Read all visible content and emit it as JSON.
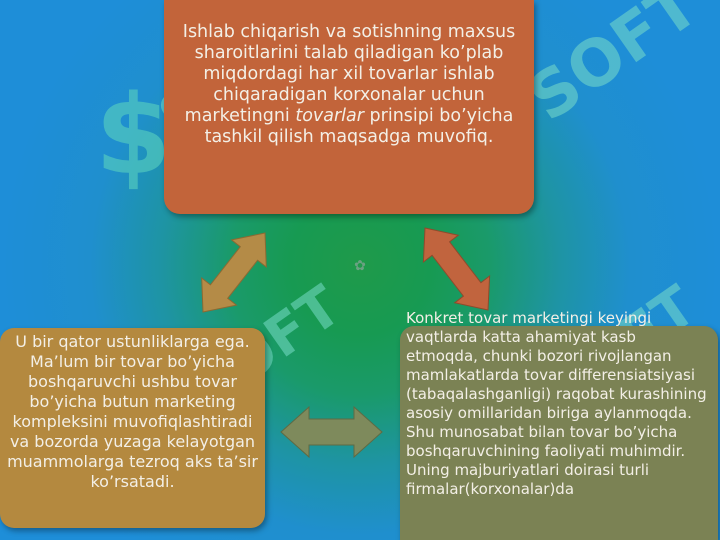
{
  "top_box": {
    "text_before": "Ishlab chiqarish va sotishning maxsus sharoitlarini talab qiladigan ko’plab miqdordagi har xil tovarlar ishlab chiqaradigan korxonalar uchun marketingni ",
    "text_italic": "tovarlar",
    "text_after": " prinsipi bo’yicha tashkil qilish maqsadga muvofiq."
  },
  "left_box": {
    "text": "U bir qator ustunliklarga ega. Ma’lum bir tovar bo’yicha boshqaruvchi ushbu tovar bo’yicha butun marketing kompleksini muvofiqlashtiradi va bozorda yuzaga kelayotgan muammolarga tezroq aks ta’sir ko’rsatadi."
  },
  "right_box": {
    "first_line": "Konkret tovar marketingi keyingi",
    "text": "vaqtlarda katta ahamiyat kasb etmoqda, chunki bozori rivojlangan mamlakatlarda tovar differensiatsiyasi (tabaqalashganligi) raqobat kurashining asosiy omillaridan biriga aylanmoqda. Shu munosabat bilan tovar bo’yicha boshqaruvchining faoliyati muhimdir. Uning majburiyatlari doirasi turli firmalar(korxonalar)da"
  },
  "colors": {
    "top_box": "#c2643a",
    "left_box": "#b4893f",
    "right_box": "#7b8254",
    "arrow_tl": "#b48b47",
    "arrow_tr": "#c1643e",
    "arrow_bottom": "#7e8a5c"
  },
  "watermark": "SOFT"
}
